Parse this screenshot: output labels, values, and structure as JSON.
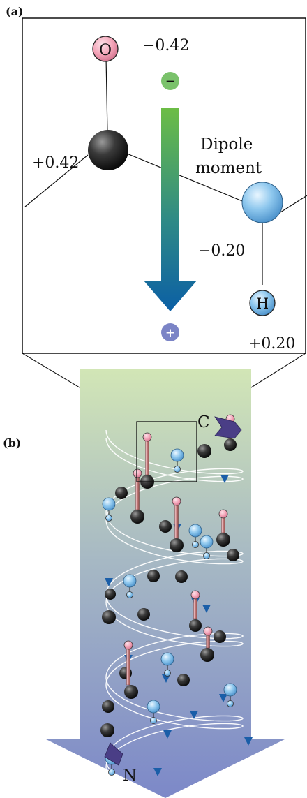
{
  "panel_a": {
    "label": "(a)",
    "charges": {
      "oxygen": "−0.42",
      "carbon": "+0.42",
      "nitrogen": "−0.20",
      "hydrogen": "+0.20"
    },
    "atom_labels": {
      "oxygen": "O",
      "hydrogen": "H"
    },
    "dipole_label_line1": "Dipole",
    "dipole_label_line2": "moment",
    "negative_sign": "−",
    "positive_sign": "+"
  },
  "panel_b": {
    "label": "(b)",
    "c_terminus": "C",
    "n_terminus": "N"
  },
  "colors": {
    "oxygen": "#f2a2b6",
    "carbon": "#2a2a2a",
    "nitrogen": "#8cc6ec",
    "dipole_top": "#6cbd45",
    "dipole_bottom": "#0b5fa5",
    "neg_badge": "#79c16a",
    "pos_badge": "#7b84c4",
    "helix_bg_top": "#cde3b4",
    "helix_bg_bottom": "#7a86c6"
  }
}
